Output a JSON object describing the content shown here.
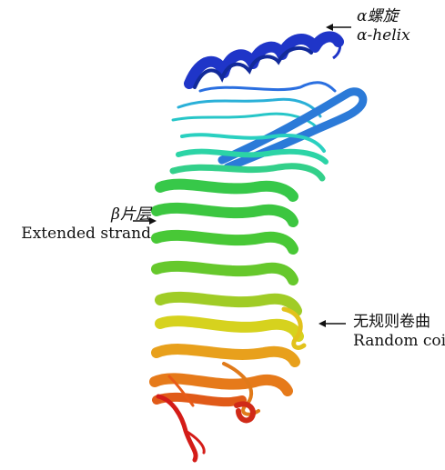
{
  "labels": {
    "helix_cn": "α螺旋",
    "helix_en": "α-helix",
    "strand_cn": "β片层",
    "strand_en": "Extended strand",
    "coil_cn": "无规则卷曲",
    "coil_en": "Random coil"
  },
  "colors": {
    "helix": "#1f35c8",
    "top_strand": "#2ab0d8",
    "middle": "#2fc43a",
    "lower": "#d8d420",
    "bottom_orange": "#e8901c",
    "bottom_red": "#d41c18"
  }
}
